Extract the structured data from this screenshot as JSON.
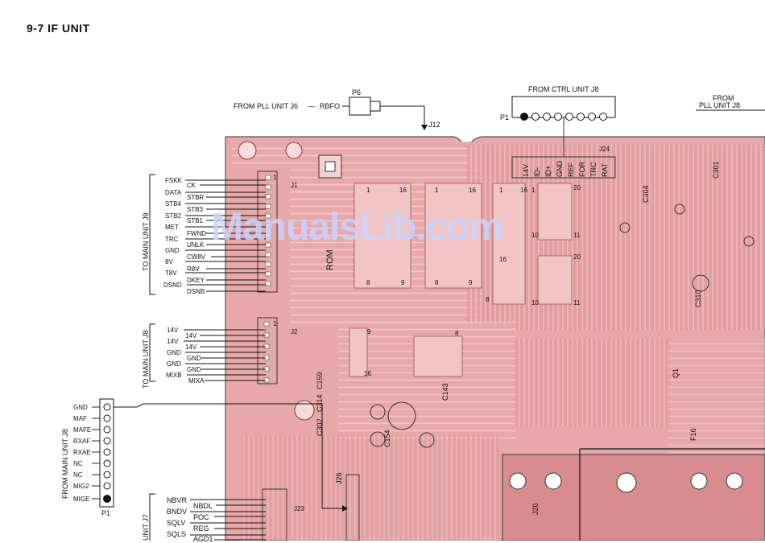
{
  "title": "9-7  IF UNIT",
  "watermark": "ManualsLib.com",
  "top_connectors": {
    "pll_label": "FROM PLL UNIT J6",
    "rbfo": "RBFO",
    "p6": "P6",
    "j12": "J12",
    "ctrl_label": "FROM CTRL UNIT J8",
    "ctrl_p1": "P1",
    "right_from": "FROM",
    "right_pll": "PLL UNIT J8"
  },
  "j9_group": {
    "vertical_label": "TO MAIN UNIT J9",
    "left_pins": [
      "FSKK",
      "DATA",
      "STB4",
      "STB2",
      "MET",
      "TRC",
      "GND",
      "8V",
      "T8V",
      "DSND"
    ],
    "right_pins": [
      "CK",
      "STBR",
      "STB3",
      "STB1",
      "FWND",
      "UNLK",
      "CW8V",
      "R8V",
      "DKEY",
      "DSNB"
    ]
  },
  "j8_group": {
    "vertical_label": "TO MAIN UNIT J8",
    "left_pins": [
      "14V",
      "14V",
      "GND",
      "GND",
      "MIXB"
    ],
    "right_pins": [
      "14V",
      "14V",
      "GND",
      "GND",
      "MIXA"
    ]
  },
  "main_j8_group": {
    "vertical_label": "FROM MAIN UNIT J8",
    "pins": [
      "GND",
      "MAF",
      "MAFE",
      "RXAF",
      "RXAE",
      "NC",
      "NC",
      "MIG2",
      "MIGE"
    ],
    "connector": "P1"
  },
  "j7_group": {
    "vertical_label": "UNIT J7",
    "left_pins": [
      "NBVR",
      "BNDV",
      "SQLV",
      "SQLS"
    ],
    "right_pins": [
      "NBDL",
      "POC",
      "REG",
      "AGD1"
    ]
  },
  "j24": {
    "label": "J24",
    "pins": [
      "14V",
      "ID-",
      "ID+",
      "GND",
      "REF",
      "FOR",
      "TRC",
      "RAT"
    ]
  },
  "board_refs": {
    "j1": "J1",
    "j2": "J2",
    "j23": "J23",
    "j26": "J26",
    "j20": "J20",
    "rom": "ROM",
    "c159": "C159",
    "c314": "C314",
    "c302": "C302",
    "c143": "C143",
    "c154": "C154",
    "c304": "C304",
    "c310": "C310",
    "q1": "Q1",
    "f16": "F16",
    "c301": "C301",
    "pin_1": "1",
    "pin_8": "8",
    "pin_9": "9",
    "pin_10": "10",
    "pin_11": "11",
    "pin_16": "16",
    "pin_20": "20"
  }
}
